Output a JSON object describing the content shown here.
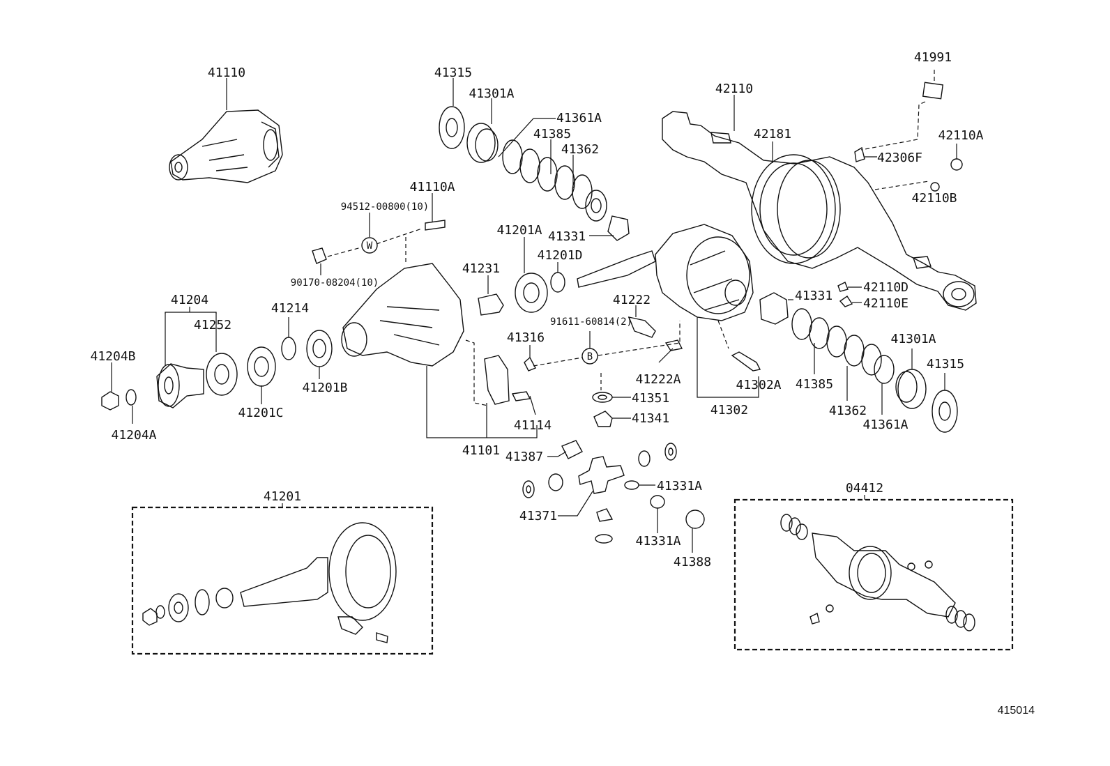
{
  "diagram_id": "415014",
  "labels": {
    "p41110": "41110",
    "p41315a": "41315",
    "p41301Aa": "41301A",
    "p41361Aa": "41361A",
    "p41385a": "41385",
    "p41362a": "41362",
    "p41331a": "41331",
    "p42110": "42110",
    "p42181": "42181",
    "p41991": "41991",
    "p42110A": "42110A",
    "p42306F": "42306F",
    "p42110B": "42110B",
    "p41110A": "41110A",
    "p94512": "94512-00800(10)",
    "p90170": "90170-08204(10)",
    "p41201Aa": "41201A",
    "p41201D": "41201D",
    "p41231": "41231",
    "p41204": "41204",
    "p41252": "41252",
    "p41214": "41214",
    "p41204B": "41204B",
    "p41204A": "41204A",
    "p41201C": "41201C",
    "p41201B": "41201B",
    "p41222": "41222",
    "p91611": "91611-60814(2)",
    "p41316": "41316",
    "p41222A": "41222A",
    "p41302A": "41302A",
    "p41302": "41302",
    "p41351": "41351",
    "p41341": "41341",
    "p41114": "41114",
    "p41101": "41101",
    "p41387": "41387",
    "p41331Aa": "41331A",
    "p41331Ab": "41331A",
    "p41371": "41371",
    "p41388": "41388",
    "p41331b": "41331",
    "p42110D": "42110D",
    "p42110E": "42110E",
    "p41385b": "41385",
    "p41362b": "41362",
    "p41361Ab": "41361A",
    "p41301Ab": "41301A",
    "p41315b": "41315",
    "p41201": "41201",
    "p04412": "04412"
  },
  "symbols": {
    "w": "W",
    "b": "B"
  }
}
